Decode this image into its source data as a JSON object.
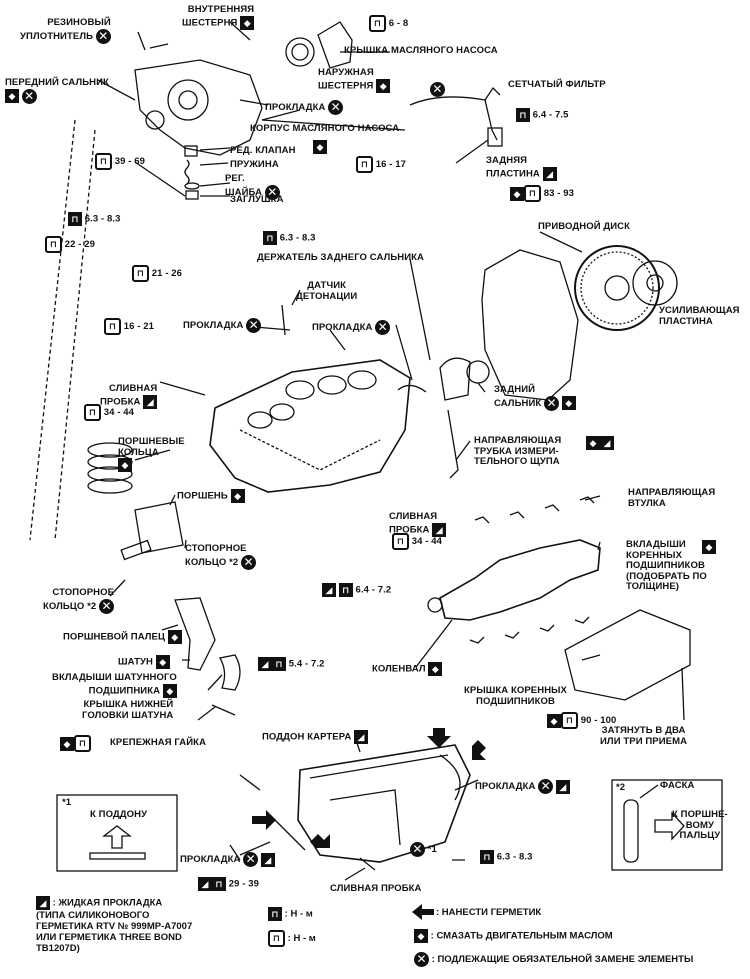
{
  "labels": {
    "rubber_seal": "РЕЗИНОВЫЙ\nУПЛОТНИТЕЛЬ",
    "inner_gear": "ВНУТРЕННЯЯ\nШЕСТЕРНЯ",
    "torque_6_8": "6 - 8",
    "oil_pump_cover": "КРЫШКА МАСЛЯНОГО НАСОСА",
    "front_seal": "ПЕРЕДНИЙ САЛЬНИК",
    "outer_gear": "НАРУЖНАЯ\nШЕСТЕРНЯ",
    "gasket_pump": "ПРОКЛАДКА",
    "mesh_filter": "СЕТЧАТЫЙ ФИЛЬТР",
    "torque_6_4_7_5": "6.4 - 7.5",
    "oil_pump_body": "КОРПУС МАСЛЯНОГО НАСОСА",
    "relief_valve": "РЕД. КЛАПАН",
    "spring": "ПРУЖИНА",
    "reg_washer": "РЕГ.\nШАЙБА",
    "plug": "ЗАГЛУШКА",
    "torque_39_69": "39 - 69",
    "torque_16_17": "16 - 17",
    "rear_plate": "ЗАДНЯЯ\nПЛАСТИНА",
    "torque_83_93": "83 - 93",
    "torque_6_3_8_3_a": "6.3 - 8.3",
    "torque_22_29": "22 - 29",
    "torque_6_3_8_3_b": "6.3 - 8.3",
    "drive_disc": "ПРИВОДНОЙ ДИСК",
    "rear_seal_holder": "ДЕРЖАТЕЛЬ ЗАДНЕГО САЛЬНИКА",
    "torque_21_26": "21 - 26",
    "knock_sensor": "ДАТЧИК\nДЕТОНАЦИИ",
    "reinforcing_plate": "УСИЛИВАЮЩАЯ\nПЛАСТИНА",
    "torque_16_21": "16 - 21",
    "gasket_sensor": "ПРОКЛАДКА",
    "gasket_holder": "ПРОКЛАДКА",
    "drain_plug_block": "СЛИВНАЯ\nПРОБКА",
    "torque_34_44_a": "34 - 44",
    "rear_seal": "ЗАДНИЙ\nСАЛЬНИК",
    "piston_rings": "ПОРШНЕВЫЕ\nКОЛЬЦА",
    "dipstick_tube": "НАПРАВЛЯЮЩАЯ\nТРУБКА ИЗМЕРИ-\nТЕЛЬНОГО ЩУПА",
    "piston": "ПОРШЕНЬ",
    "drain_plug_side": "СЛИВНАЯ\nПРОБКА",
    "torque_34_44_b": "34 - 44",
    "pilot_bushing": "НАПРАВЛЯЮЩАЯ\nВТУЛКА",
    "snap_ring_1": "СТОПОРНОЕ\nКОЛЬЦО *2",
    "main_bearings": "ВКЛАДЫШИ\nКОРЕННЫХ\nПОДШИПНИКОВ\n(ПОДОБРАТЬ ПО\nТОЛЩИНЕ)",
    "snap_ring_2": "СТОПОРНОЕ\nКОЛЬЦО *2",
    "torque_6_4_7_2_a": "6.4 - 7.2",
    "piston_pin": "ПОРШНЕВОЙ ПАЛЕЦ",
    "conrod": "ШАТУН",
    "conrod_bearings": "ВКЛАДЫШИ ШАТУННОГО\nПОДШИПНИКА",
    "torque_5_4_7_2": "5.4 - 7.2",
    "crankshaft": "КОЛЕНВАЛ",
    "main_bearing_cap": "КРЫШКА КОРЕННЫХ\nПОДШИПНИКОВ",
    "conrod_cap": "КРЫШКА НИЖНЕЙ\nГОЛОВКИ ШАТУНА",
    "torque_90_100": "90 - 100",
    "tighten_steps": "ЗАТЯНУТЬ В ДВА\nИЛИ ТРИ ПРИЕМА",
    "fixing_nut": "КРЕПЕЖНАЯ ГАЙКА",
    "oil_pan": "ПОДДОН КАРТЕРА",
    "gasket_pan_right": "ПРОКЛАДКА",
    "gasket_pan_left": "ПРОКЛАДКА",
    "star1": "*1",
    "torque_6_3_8_3_c": "6.3 - 8.3",
    "torque_29_39": "29 - 39",
    "drain_plug_pan": "СЛИВНАЯ ПРОБКА"
  },
  "inset1": {
    "tag": "*1",
    "text": "К ПОДДОНУ"
  },
  "inset2": {
    "tag": "*2",
    "chamfer": "ФАСКА",
    "text": "К ПОРШНЕ-\nВОМУ\nПАЛЬЦУ"
  },
  "legend": {
    "liquid_gasket": ": ЖИДКАЯ ПРОКЛАДКА\n(ТИПА СИЛИКОНОВОГО\nГЕРМЕТИКА RTV № 999MP-A7007\nИЛИ ГЕРМЕТИКА THREE BOND\nTB1207D)",
    "torque_unit_1": ": Н - м",
    "torque_unit_2": ": Н - м",
    "apply_sealant": ": НАНЕСТИ ГЕРМЕТИК",
    "lube_oil": ": СМАЗАТЬ ДВИГАТЕЛЬНЫМ МАСЛОМ",
    "replace": ": ПОДЛЕЖАЩИЕ ОБЯЗАТЕЛЬНОЙ ЗАМЕНЕ ЭЛЕМЕНТЫ"
  },
  "icons": {
    "replace": "x-circle-icon",
    "oil": "oil-can-icon",
    "torque": "wrench-icon",
    "sealant": "sealant-tube-icon",
    "arrow": "sealant-arrow-icon"
  },
  "colors": {
    "ink": "#111111",
    "paper": "#ffffff"
  }
}
